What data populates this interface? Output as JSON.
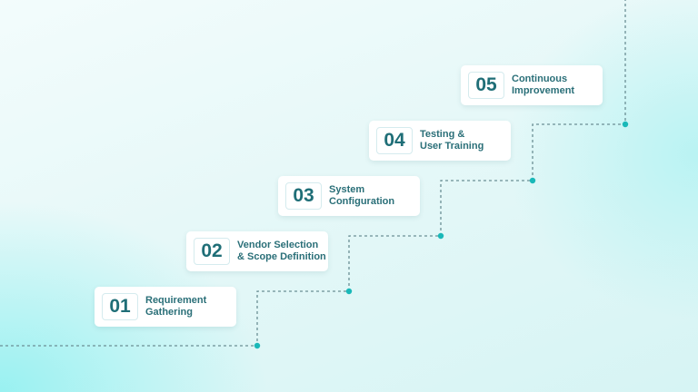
{
  "steps": [
    {
      "number": "01",
      "label": "Requirement\nGathering"
    },
    {
      "number": "02",
      "label": "Vendor Selection\n& Scope Definition"
    },
    {
      "number": "03",
      "label": "System\nConfiguration"
    },
    {
      "number": "04",
      "label": "Testing &\nUser Training"
    },
    {
      "number": "05",
      "label": "Continuous\nImprovement"
    }
  ],
  "colors": {
    "accent": "#19b8b8",
    "text": "#2a6f78",
    "number": "#1f6e77",
    "line": "#6b8f95"
  }
}
